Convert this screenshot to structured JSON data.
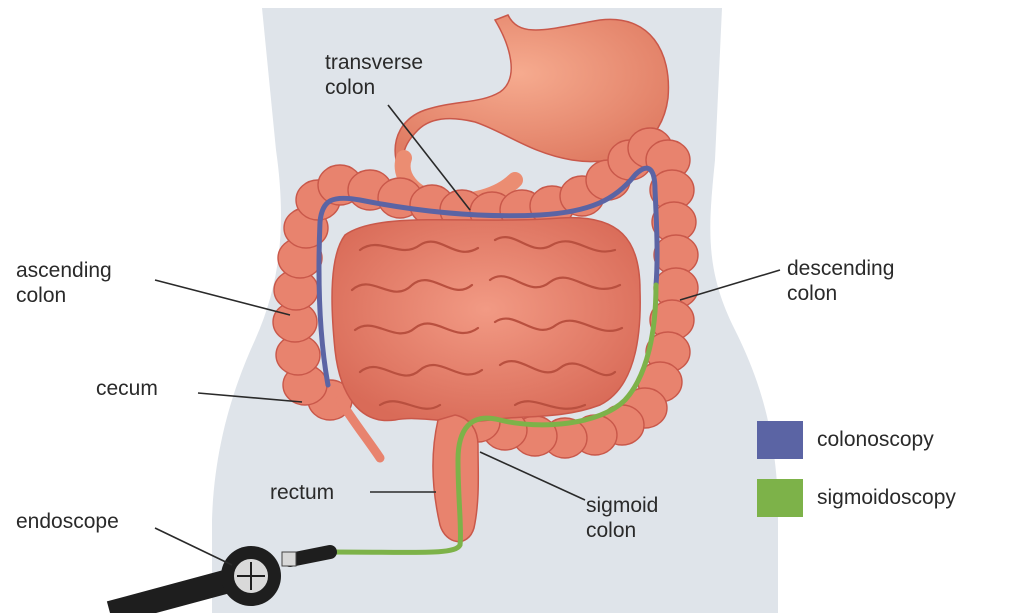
{
  "labels": {
    "transverse_colon": [
      "transverse",
      "colon"
    ],
    "ascending_colon": [
      "ascending",
      "colon"
    ],
    "descending_colon": [
      "descending",
      "colon"
    ],
    "cecum": "cecum",
    "rectum": "rectum",
    "sigmoid_colon": [
      "sigmoid",
      "colon"
    ],
    "endoscope": "endoscope"
  },
  "legend": [
    {
      "label": "colonoscopy",
      "color": "#5b64a4"
    },
    {
      "label": "sigmoidoscopy",
      "color": "#7db249"
    }
  ],
  "colors": {
    "body": "#dfe4ea",
    "colon": "#e8836e",
    "colon_dark": "#c9584a",
    "intestine": "#e27d6a",
    "stomach": "#eb8d72",
    "scope": "#1e1e1e"
  }
}
